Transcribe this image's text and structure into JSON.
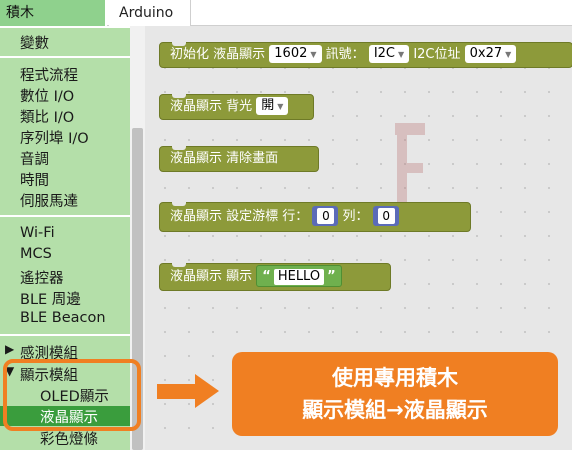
{
  "tabs": {
    "blocks": "積木",
    "code": "Arduino"
  },
  "sidebar": {
    "items": [
      "變數",
      "程式流程",
      "數位 I/O",
      "類比 I/O",
      "序列埠 I/O",
      "音調",
      "時間",
      "伺服馬達",
      "Wi-Fi",
      "MCS",
      "遙控器",
      "BLE 周邊",
      "BLE Beacon",
      "感測模組",
      "顯示模組",
      "OLED顯示",
      "液晶顯示",
      "彩色燈條"
    ],
    "selected": "液晶顯示"
  },
  "blocks": {
    "init": {
      "label": "初始化 液晶顯示",
      "model": "1602",
      "address_label": "訊號：",
      "bus": "I2C",
      "i2c_label": "I2C位址",
      "i2c_addr": "0x27"
    },
    "backlight": {
      "label": "液晶顯示 背光",
      "value": "開"
    },
    "clear": {
      "label": "液晶顯示 清除畫面"
    },
    "cursor": {
      "label": "液晶顯示 設定游標 行：",
      "row": "0",
      "col_label": "列：",
      "col": "0"
    },
    "print": {
      "label": "液晶顯示 顯示",
      "open_quote": "“",
      "text": "HELLO",
      "close_quote": "”"
    }
  },
  "callout": {
    "line1": "使用專用積木",
    "line2": "顯示模組→液晶顯示"
  },
  "colors": {
    "block": "#8d9a3a",
    "accent": "#f07f22",
    "category_bg": "#b4dfa9",
    "selected": "#3a9d3d",
    "number_slot": "#5b6bb8",
    "text_slot": "#6fb04e"
  }
}
